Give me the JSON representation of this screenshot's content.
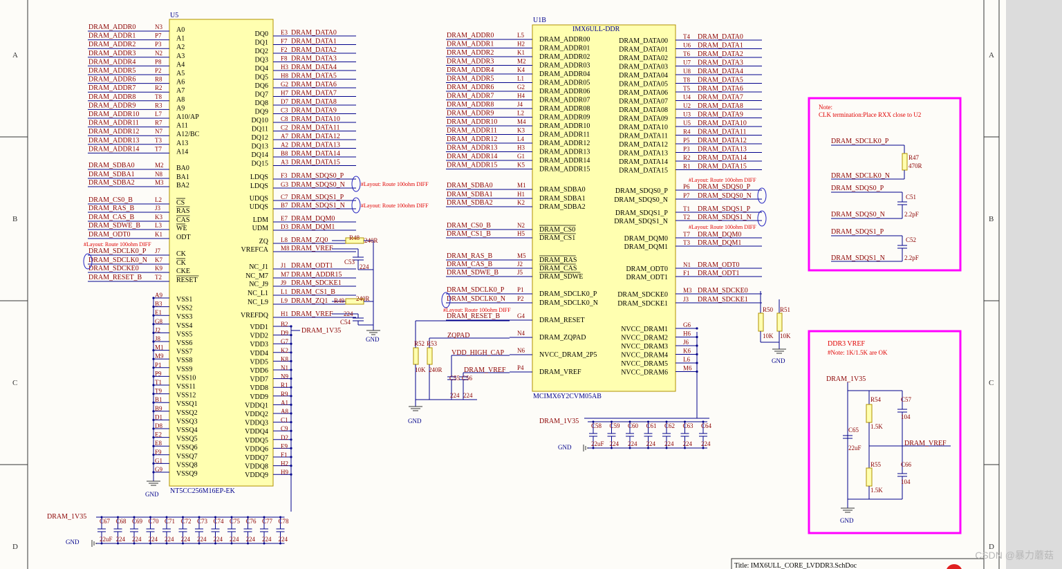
{
  "frame": {
    "row_labels": [
      "A",
      "B",
      "C",
      "D"
    ],
    "title_block": "Title: IMX6ULL_CORE_LVDDR3.SchDoc"
  },
  "watermark": "CSDN @暴力蘑菇",
  "u5": {
    "designator": "U5",
    "part": "NT5CC256M16EP-EK",
    "left_pins": [
      {
        "net": "DRAM_ADDR0",
        "num": "N3",
        "name": "A0"
      },
      {
        "net": "DRAM_ADDR1",
        "num": "P7",
        "name": "A1"
      },
      {
        "net": "DRAM_ADDR2",
        "num": "P3",
        "name": "A2"
      },
      {
        "net": "DRAM_ADDR3",
        "num": "N2",
        "name": "A3"
      },
      {
        "net": "DRAM_ADDR4",
        "num": "P8",
        "name": "A4"
      },
      {
        "net": "DRAM_ADDR5",
        "num": "P2",
        "name": "A5"
      },
      {
        "net": "DRAM_ADDR6",
        "num": "R8",
        "name": "A6"
      },
      {
        "net": "DRAM_ADDR7",
        "num": "R2",
        "name": "A7"
      },
      {
        "net": "DRAM_ADDR8",
        "num": "T8",
        "name": "A8"
      },
      {
        "net": "DRAM_ADDR9",
        "num": "R3",
        "name": "A9"
      },
      {
        "net": "DRAM_ADDR10",
        "num": "L7",
        "name": "A10/AP"
      },
      {
        "net": "DRAM_ADDR11",
        "num": "R7",
        "name": "A11"
      },
      {
        "net": "DRAM_ADDR12",
        "num": "N7",
        "name": "A12/BC"
      },
      {
        "net": "DRAM_ADDR13",
        "num": "T3",
        "name": "A13"
      },
      {
        "net": "DRAM_ADDR14",
        "num": "T7",
        "name": "A14"
      },
      {
        "net": "DRAM_SDBA0",
        "num": "M2",
        "name": "BA0"
      },
      {
        "net": "DRAM_SDBA1",
        "num": "N8",
        "name": "BA1"
      },
      {
        "net": "DRAM_SDBA2",
        "num": "M3",
        "name": "BA2"
      },
      {
        "net": "DRAM_CS0_B",
        "num": "L2",
        "name": "CS"
      },
      {
        "net": "DRAM_RAS_B",
        "num": "J3",
        "name": "RAS"
      },
      {
        "net": "DRAM_CAS_B",
        "num": "K3",
        "name": "CAS"
      },
      {
        "net": "DRAM_SDWE_B",
        "num": "L3",
        "name": "WE"
      },
      {
        "net": "DRAM_ODT0",
        "num": "K1",
        "name": "ODT"
      },
      {
        "net": "DRAM_SDCLK0_P",
        "num": "J7",
        "name": "CK"
      },
      {
        "net": "DRAM_SDCLK0_N",
        "num": "K7",
        "name": "CK"
      },
      {
        "net": "DRAM_SDCKE0",
        "num": "K9",
        "name": "CKE"
      },
      {
        "net": "DRAM_RESET_B",
        "num": "T2",
        "name": "RESET"
      }
    ],
    "vss_pins": [
      {
        "num": "A9",
        "name": "VSS1"
      },
      {
        "num": "B3",
        "name": "VSS2"
      },
      {
        "num": "E1",
        "name": "VSS3"
      },
      {
        "num": "G8",
        "name": "VSS4"
      },
      {
        "num": "J2",
        "name": "VSS5"
      },
      {
        "num": "J8",
        "name": "VSS6"
      },
      {
        "num": "M1",
        "name": "VSS7"
      },
      {
        "num": "M9",
        "name": "VSS8"
      },
      {
        "num": "P1",
        "name": "VSS9"
      },
      {
        "num": "P9",
        "name": "VSS10"
      },
      {
        "num": "T1",
        "name": "VSS11"
      },
      {
        "num": "T9",
        "name": "VSS12"
      },
      {
        "num": "B1",
        "name": "VSSQ1"
      },
      {
        "num": "B9",
        "name": "VSSQ2"
      },
      {
        "num": "D1",
        "name": "VSSQ3"
      },
      {
        "num": "D8",
        "name": "VSSQ4"
      },
      {
        "num": "E2",
        "name": "VSSQ5"
      },
      {
        "num": "E8",
        "name": "VSSQ6"
      },
      {
        "num": "F9",
        "name": "VSSQ7"
      },
      {
        "num": "G1",
        "name": "VSSQ8"
      },
      {
        "num": "G9",
        "name": "VSSQ9"
      }
    ],
    "right_pins": [
      {
        "name": "DQ0",
        "num": "E3",
        "net": "DRAM_DATA0"
      },
      {
        "name": "DQ1",
        "num": "F7",
        "net": "DRAM_DATA1"
      },
      {
        "name": "DQ2",
        "num": "F2",
        "net": "DRAM_DATA2"
      },
      {
        "name": "DQ3",
        "num": "F8",
        "net": "DRAM_DATA3"
      },
      {
        "name": "DQ4",
        "num": "H3",
        "net": "DRAM_DATA4"
      },
      {
        "name": "DQ5",
        "num": "H8",
        "net": "DRAM_DATA5"
      },
      {
        "name": "DQ6",
        "num": "G2",
        "net": "DRAM_DATA6"
      },
      {
        "name": "DQ7",
        "num": "H7",
        "net": "DRAM_DATA7"
      },
      {
        "name": "DQ8",
        "num": "D7",
        "net": "DRAM_DATA8"
      },
      {
        "name": "DQ9",
        "num": "C3",
        "net": "DRAM_DATA9"
      },
      {
        "name": "DQ10",
        "num": "C8",
        "net": "DRAM_DATA10"
      },
      {
        "name": "DQ11",
        "num": "C2",
        "net": "DRAM_DATA11"
      },
      {
        "name": "DQ12",
        "num": "A7",
        "net": "DRAM_DATA12"
      },
      {
        "name": "DQ13",
        "num": "A2",
        "net": "DRAM_DATA13"
      },
      {
        "name": "DQ14",
        "num": "B8",
        "net": "DRAM_DATA14"
      },
      {
        "name": "DQ15",
        "num": "A3",
        "net": "DRAM_DATA15"
      },
      {
        "name": "LDQS",
        "num": "F3",
        "net": "DRAM_SDQS0_P"
      },
      {
        "name": "LDQS",
        "num": "G3",
        "net": "DRAM_SDQS0_N"
      },
      {
        "name": "UDQS",
        "num": "C7",
        "net": "DRAM_SDQS1_P"
      },
      {
        "name": "UDQS",
        "num": "B7",
        "net": "DRAM_SDQS1_N"
      },
      {
        "name": "LDM",
        "num": "E7",
        "net": "DRAM_DQM0"
      },
      {
        "name": "UDM",
        "num": "D3",
        "net": "DRAM_DQM1"
      },
      {
        "name": "ZQ",
        "num": "L8",
        "net": "DRAM_ZQ0"
      },
      {
        "name": "VREFCA",
        "num": "M8",
        "net": "DRAM_VREF"
      },
      {
        "name": "NC_J1",
        "num": "J1",
        "net": "DRAM_ODT1"
      },
      {
        "name": "NC_M7",
        "num": "M7",
        "net": "DRAM_ADDR15"
      },
      {
        "name": "NC_J9",
        "num": "J9",
        "net": "DRAM_SDCKE1"
      },
      {
        "name": "NC_L1",
        "num": "L1",
        "net": "DRAM_CS1_B"
      },
      {
        "name": "NC_L9",
        "num": "L9",
        "net": "DRAM_ZQ1"
      },
      {
        "name": "VREFDQ",
        "num": "H1",
        "net": "DRAM_VREF"
      }
    ],
    "vdd_pins": [
      {
        "num": "B2",
        "name": "VDD1"
      },
      {
        "num": "D9",
        "name": "VDD2"
      },
      {
        "num": "G7",
        "name": "VDD3"
      },
      {
        "num": "K2",
        "name": "VDD4"
      },
      {
        "num": "K8",
        "name": "VDD5"
      },
      {
        "num": "N1",
        "name": "VDD6"
      },
      {
        "num": "N9",
        "name": "VDD7"
      },
      {
        "num": "R1",
        "name": "VDD8"
      },
      {
        "num": "R9",
        "name": "VDD9"
      },
      {
        "num": "A1",
        "name": "VDDQ1"
      },
      {
        "num": "A8",
        "name": "VDDQ2"
      },
      {
        "num": "C1",
        "name": "VDDQ3"
      },
      {
        "num": "C9",
        "name": "VDDQ4"
      },
      {
        "num": "D2",
        "name": "VDDQ5"
      },
      {
        "num": "E9",
        "name": "VDDQ6"
      },
      {
        "num": "F1",
        "name": "VDDQ7"
      },
      {
        "num": "H2",
        "name": "VDDQ8"
      },
      {
        "num": "H9",
        "name": "VDDQ9"
      }
    ],
    "vdd_net": "DRAM_1V35",
    "gnd_label": "GND"
  },
  "u1b": {
    "designator": "U1B",
    "header": "IMX6ULL-DDR",
    "part": "MCIMX6Y2CVM05AB",
    "left_pins": [
      {
        "net": "DRAM_ADDR0",
        "num": "L5",
        "name": "DRAM_ADDR00"
      },
      {
        "net": "DRAM_ADDR1",
        "num": "H2",
        "name": "DRAM_ADDR01"
      },
      {
        "net": "DRAM_ADDR2",
        "num": "K1",
        "name": "DRAM_ADDR02"
      },
      {
        "net": "DRAM_ADDR3",
        "num": "M2",
        "name": "DRAM_ADDR03"
      },
      {
        "net": "DRAM_ADDR4",
        "num": "K4",
        "name": "DRAM_ADDR04"
      },
      {
        "net": "DRAM_ADDR5",
        "num": "L1",
        "name": "DRAM_ADDR05"
      },
      {
        "net": "DRAM_ADDR6",
        "num": "G2",
        "name": "DRAM_ADDR06"
      },
      {
        "net": "DRAM_ADDR7",
        "num": "H4",
        "name": "DRAM_ADDR07"
      },
      {
        "net": "DRAM_ADDR8",
        "num": "J4",
        "name": "DRAM_ADDR08"
      },
      {
        "net": "DRAM_ADDR9",
        "num": "L2",
        "name": "DRAM_ADDR09"
      },
      {
        "net": "DRAM_ADDR10",
        "num": "M4",
        "name": "DRAM_ADDR10"
      },
      {
        "net": "DRAM_ADDR11",
        "num": "K3",
        "name": "DRAM_ADDR11"
      },
      {
        "net": "DRAM_ADDR12",
        "num": "L4",
        "name": "DRAM_ADDR12"
      },
      {
        "net": "DRAM_ADDR13",
        "num": "H3",
        "name": "DRAM_ADDR13"
      },
      {
        "net": "DRAM_ADDR14",
        "num": "G1",
        "name": "DRAM_ADDR14"
      },
      {
        "net": "DRAM_ADDR15",
        "num": "K5",
        "name": "DRAM_ADDR15"
      },
      {
        "net": "DRAM_SDBA0",
        "num": "M1",
        "name": "DRAM_SDBA0"
      },
      {
        "net": "DRAM_SDBA1",
        "num": "H1",
        "name": "DRAM_SDBA1"
      },
      {
        "net": "DRAM_SDBA2",
        "num": "K2",
        "name": "DRAM_SDBA2"
      },
      {
        "net": "DRAM_CS0_B",
        "num": "N2",
        "name": "DRAM_CS0"
      },
      {
        "net": "DRAM_CS1_B",
        "num": "H5",
        "name": "DRAM_CS1"
      },
      {
        "net": "DRAM_RAS_B",
        "num": "M5",
        "name": "DRAM_RAS"
      },
      {
        "net": "DRAM_CAS_B",
        "num": "J2",
        "name": "DRAM_CAS"
      },
      {
        "net": "DRAM_SDWE_B",
        "num": "J5",
        "name": "DRAM_SDWE"
      },
      {
        "net": "DRAM_SDCLK0_P",
        "num": "P1",
        "name": "DRAM_SDCLK0_P"
      },
      {
        "net": "DRAM_SDCLK0_N",
        "num": "P2",
        "name": "DRAM_SDCLK0_N"
      },
      {
        "net": "DRAM_RESET_B",
        "num": "G4",
        "name": "DRAM_RESET"
      },
      {
        "net": "ZQPAD",
        "num": "N4",
        "name": "DRAM_ZQPAD"
      },
      {
        "net": "VDD_HIGH_CAP",
        "num": "N6",
        "name": "NVCC_DRAM_2P5"
      },
      {
        "net": "DRAM_VREF",
        "num": "P4",
        "name": "DRAM_VREF"
      }
    ],
    "right_pins": [
      {
        "name": "DRAM_DATA00",
        "num": "T4",
        "net": "DRAM_DATA0"
      },
      {
        "name": "DRAM_DATA01",
        "num": "U6",
        "net": "DRAM_DATA1"
      },
      {
        "name": "DRAM_DATA02",
        "num": "T6",
        "net": "DRAM_DATA2"
      },
      {
        "name": "DRAM_DATA03",
        "num": "U7",
        "net": "DRAM_DATA3"
      },
      {
        "name": "DRAM_DATA04",
        "num": "U8",
        "net": "DRAM_DATA4"
      },
      {
        "name": "DRAM_DATA05",
        "num": "T8",
        "net": "DRAM_DATA5"
      },
      {
        "name": "DRAM_DATA06",
        "num": "T5",
        "net": "DRAM_DATA6"
      },
      {
        "name": "DRAM_DATA07",
        "num": "U4",
        "net": "DRAM_DATA7"
      },
      {
        "name": "DRAM_DATA08",
        "num": "U2",
        "net": "DRAM_DATA8"
      },
      {
        "name": "DRAM_DATA09",
        "num": "U3",
        "net": "DRAM_DATA9"
      },
      {
        "name": "DRAM_DATA10",
        "num": "U5",
        "net": "DRAM_DATA10"
      },
      {
        "name": "DRAM_DATA11",
        "num": "R4",
        "net": "DRAM_DATA11"
      },
      {
        "name": "DRAM_DATA12",
        "num": "P5",
        "net": "DRAM_DATA12"
      },
      {
        "name": "DRAM_DATA13",
        "num": "P3",
        "net": "DRAM_DATA13"
      },
      {
        "name": "DRAM_DATA14",
        "num": "R2",
        "net": "DRAM_DATA14"
      },
      {
        "name": "DRAM_DATA15",
        "num": "R1",
        "net": "DRAM_DATA15"
      },
      {
        "name": "DRAM_SDQS0_P",
        "num": "P6",
        "net": "DRAM_SDQS0_P"
      },
      {
        "name": "DRAM_SDQS0_N",
        "num": "P7",
        "net": "DRAM_SDQS0_N"
      },
      {
        "name": "DRAM_SDQS1_P",
        "num": "T1",
        "net": "DRAM_SDQS1_P"
      },
      {
        "name": "DRAM_SDQS1_N",
        "num": "T2",
        "net": "DRAM_SDQS1_N"
      },
      {
        "name": "DRAM_DQM0",
        "num": "T7",
        "net": "DRAM_DQM0"
      },
      {
        "name": "DRAM_DQM1",
        "num": "T3",
        "net": "DRAM_DQM1"
      },
      {
        "name": "DRAM_ODT0",
        "num": "N1",
        "net": "DRAM_ODT0"
      },
      {
        "name": "DRAM_ODT1",
        "num": "F1",
        "net": "DRAM_ODT1"
      },
      {
        "name": "DRAM_SDCKE0",
        "num": "M3",
        "net": "DRAM_SDCKE0"
      },
      {
        "name": "DRAM_SDCKE1",
        "num": "J3",
        "net": "DRAM_SDCKE1"
      },
      {
        "name": "NVCC_DRAM1",
        "num": "G6",
        "net": ""
      },
      {
        "name": "NVCC_DRAM2",
        "num": "H6",
        "net": ""
      },
      {
        "name": "NVCC_DRAM3",
        "num": "J6",
        "net": ""
      },
      {
        "name": "NVCC_DRAM4",
        "num": "K6",
        "net": ""
      },
      {
        "name": "NVCC_DRAM5",
        "num": "L6",
        "net": ""
      },
      {
        "name": "NVCC_DRAM6",
        "num": "M6",
        "net": ""
      }
    ]
  },
  "notes": {
    "diff100": "#Layout: Route 100ohm DIFF",
    "clk_note_title": "Note:",
    "clk_note_text": "CLK termination:Place RXX close to U2",
    "ddr3_vref_title": "DDR3 VREF",
    "ddr3_vref_note": "#Note: 1K/1.5K are OK"
  },
  "components": {
    "R48": {
      "ref": "R48",
      "value": "240R"
    },
    "R49": {
      "ref": "R49",
      "value": "240R"
    },
    "C53": {
      "ref": "C53",
      "value": "224"
    },
    "C54": {
      "ref": "C54",
      "value": "224"
    },
    "R50": {
      "ref": "R50",
      "value": "10K"
    },
    "R51": {
      "ref": "R51",
      "value": "10K"
    },
    "R52": {
      "ref": "R52",
      "value": "10K"
    },
    "R53": {
      "ref": "R53",
      "value": "240R"
    },
    "C55": {
      "ref": "C55",
      "value": "224"
    },
    "C56": {
      "ref": "C56",
      "value": "224"
    },
    "R47": {
      "ref": "R47",
      "value": "470R"
    },
    "C51": {
      "ref": "C51",
      "value": "2.2pF"
    },
    "C52": {
      "ref": "C52",
      "value": "2.2pF"
    },
    "R54": {
      "ref": "R54",
      "value": "1.5K"
    },
    "R55": {
      "ref": "R55",
      "value": "1.5K"
    },
    "C57": {
      "ref": "C57",
      "value": "104"
    },
    "C65": {
      "ref": "C65",
      "value": "22uF"
    },
    "C66": {
      "ref": "C66",
      "value": "104"
    }
  },
  "decap_u1": {
    "refs": [
      "C58",
      "C59",
      "C60",
      "C61",
      "C62",
      "C63",
      "C64"
    ],
    "values": [
      "22uF",
      "224",
      "224",
      "224",
      "224",
      "224",
      "224"
    ]
  },
  "decap_u5": {
    "refs": [
      "C67",
      "C68",
      "C69",
      "C70",
      "C71",
      "C72",
      "C73",
      "C74",
      "C75",
      "C76",
      "C77",
      "C78"
    ],
    "values": [
      "22uF",
      "224",
      "224",
      "224",
      "224",
      "224",
      "224",
      "224",
      "224",
      "224",
      "224",
      "224"
    ]
  },
  "nets": {
    "zqpad": "ZQPAD",
    "vdd_high_cap": "VDD_HIGH_CAP",
    "dram_vref": "DRAM_VREF",
    "dram_1v35": "DRAM_1V35",
    "gnd": "GND",
    "sdclk_p": "DRAM_SDCLK0_P",
    "sdclk_n": "DRAM_SDCLK0_N",
    "sdqs0_p": "DRAM_SDQS0_P",
    "sdqs0_n": "DRAM_SDQS0_N",
    "sdqs1_p": "DRAM_SDQS1_P",
    "sdqs1_n": "DRAM_SDQS1_N"
  },
  "colors": {
    "wire": "#00008b",
    "net": "#8b0000",
    "pin": "#8b0000",
    "body": "#ffffb0",
    "body_stroke": "#b09000",
    "magenta": "#ff00ff"
  }
}
